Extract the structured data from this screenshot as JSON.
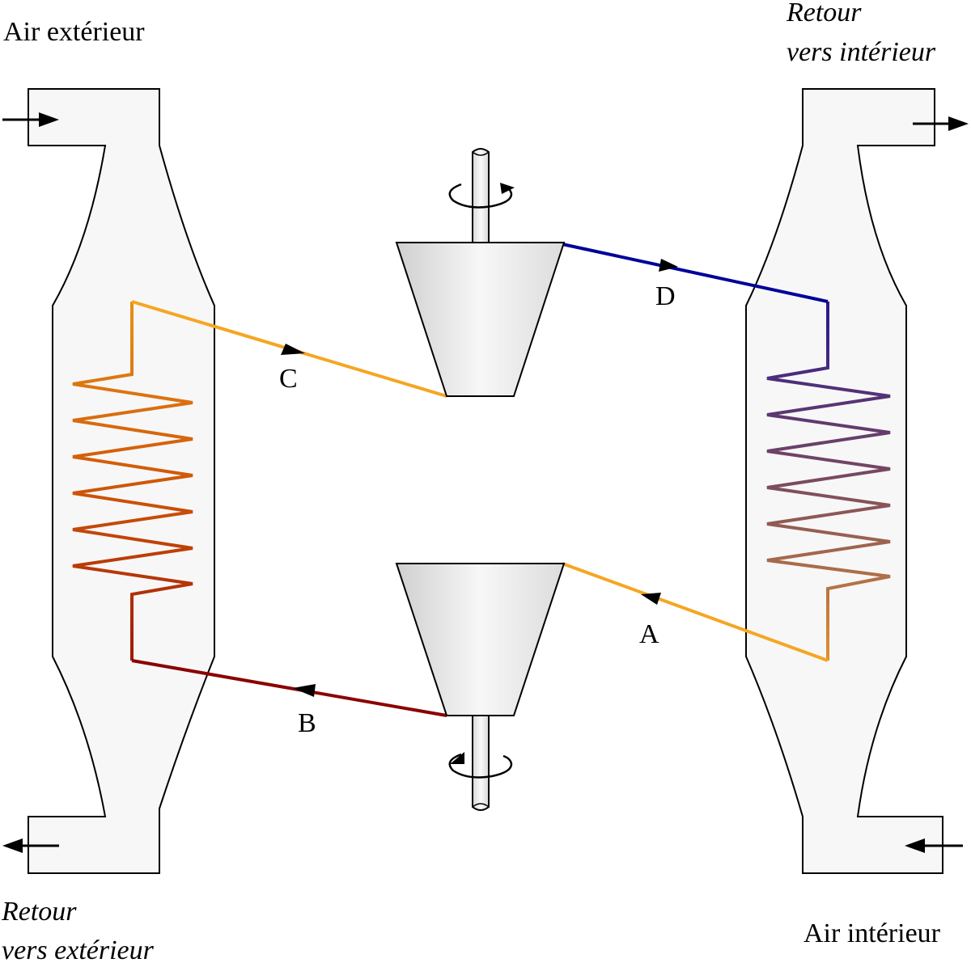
{
  "labels": {
    "outdoor_air_in": "Air extérieur",
    "return_to_inside_line1": "Retour",
    "return_to_inside_line2": "vers intérieur",
    "return_to_outside_line1": "Retour",
    "return_to_outside_line2": "vers extérieur",
    "indoor_air_in": "Air intérieur"
  },
  "points": {
    "A": "A",
    "B": "B",
    "C": "C",
    "D": "D"
  },
  "colors": {
    "casing_fill": "#f7f7f7",
    "outline": "#000000",
    "line_C": "#f5a623",
    "line_A": "#f5a623",
    "line_B": "#8b0000",
    "line_D": "#000099"
  }
}
